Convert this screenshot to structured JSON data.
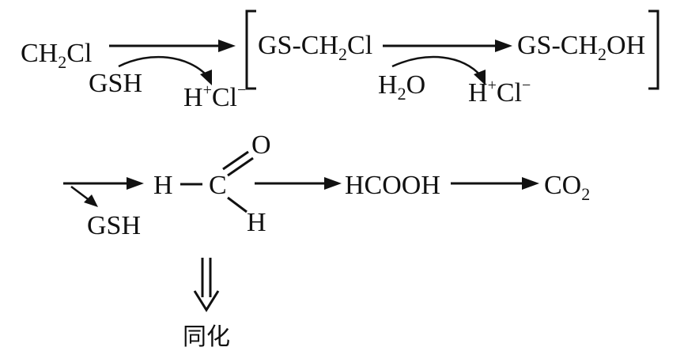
{
  "reactant": {
    "base": "CH",
    "sub": "2",
    "tail": "Cl"
  },
  "step1": {
    "reagent": "GSH",
    "product": {
      "base": "H",
      "sup": "+",
      "tail": "Cl",
      "charge": "−"
    }
  },
  "intermediate": {
    "left": {
      "pre": "GS-CH",
      "sub": "2",
      "tail": "Cl"
    },
    "right": {
      "pre": "GS-CH",
      "sub": "2",
      "tail": "OH"
    },
    "reagent": {
      "base": "H",
      "sub": "2",
      "tail": "O"
    },
    "product": {
      "base": "H",
      "sup": "+",
      "tail": "Cl",
      "charge": "−"
    }
  },
  "step3": {
    "released": "GSH"
  },
  "formaldehyde": {
    "h_left": "H",
    "carbon": "C",
    "oxygen": "O",
    "h_bottom": "H"
  },
  "formic_acid": "HCOOH",
  "co2": {
    "base": "CO",
    "sub": "2"
  },
  "assimilation": "同化"
}
